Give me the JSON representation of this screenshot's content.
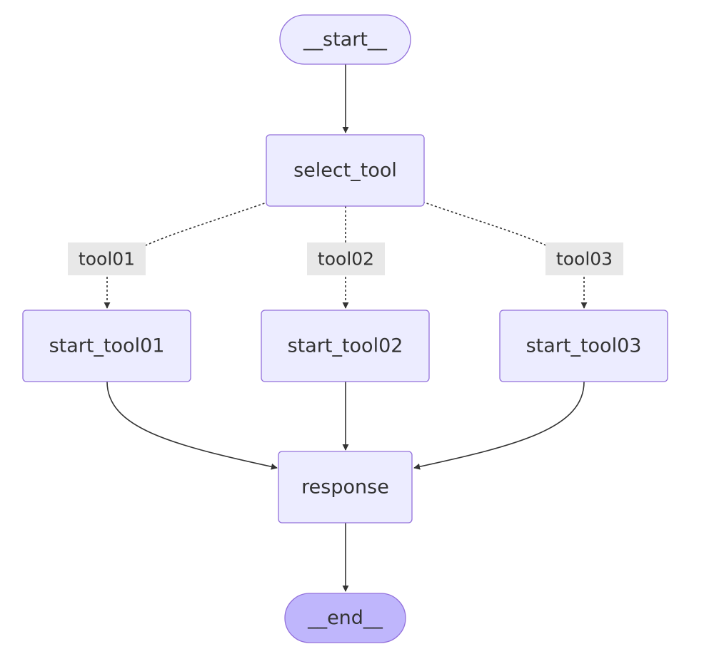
{
  "nodes": {
    "start": "__start__",
    "select_tool": "select_tool",
    "start_tool01": "start_tool01",
    "start_tool02": "start_tool02",
    "start_tool03": "start_tool03",
    "response": "response",
    "end": "__end__"
  },
  "edge_labels": {
    "tool01": "tool01",
    "tool02": "tool02",
    "tool03": "tool03"
  },
  "edges": [
    {
      "from": "start",
      "to": "select_tool",
      "style": "solid"
    },
    {
      "from": "select_tool",
      "to": "start_tool01",
      "style": "dotted",
      "label": "tool01"
    },
    {
      "from": "select_tool",
      "to": "start_tool02",
      "style": "dotted",
      "label": "tool02"
    },
    {
      "from": "select_tool",
      "to": "start_tool03",
      "style": "dotted",
      "label": "tool03"
    },
    {
      "from": "start_tool01",
      "to": "response",
      "style": "solid"
    },
    {
      "from": "start_tool02",
      "to": "response",
      "style": "solid"
    },
    {
      "from": "start_tool03",
      "to": "response",
      "style": "solid"
    },
    {
      "from": "response",
      "to": "end",
      "style": "solid"
    }
  ],
  "colors": {
    "node_fill": "#ECECFF",
    "node_border": "#9370DB",
    "end_fill": "#BFB6FC",
    "edge": "#333333",
    "label_bg": "#E8E8E8",
    "text": "#333333"
  }
}
